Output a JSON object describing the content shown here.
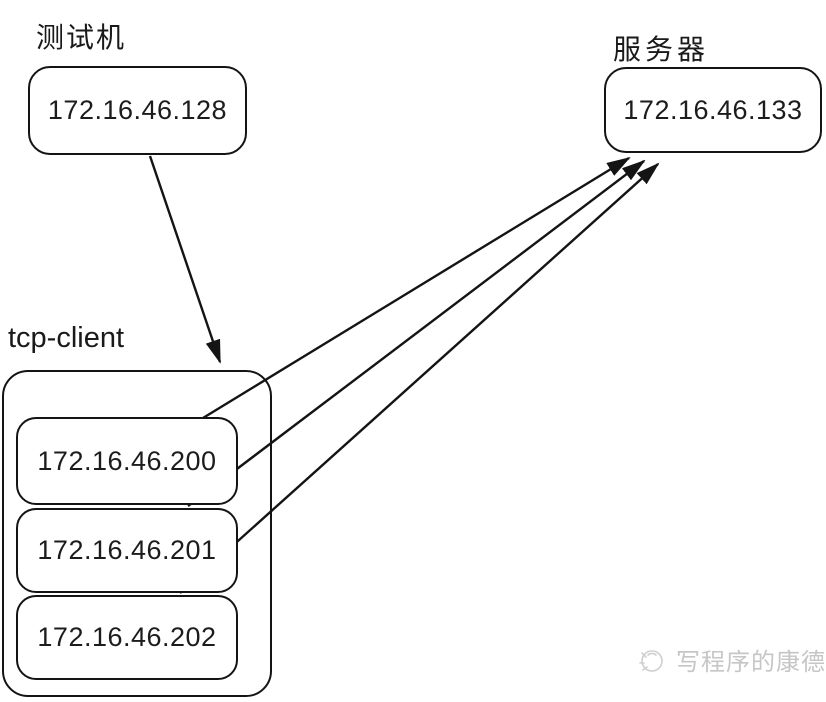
{
  "diagram": {
    "test_machine": {
      "label": "测试机",
      "ip": "172.16.46.128"
    },
    "server": {
      "label": "服务器",
      "ip": "172.16.46.133"
    },
    "tcp_client_group": {
      "label": "tcp-client",
      "clients": [
        {
          "ip": "172.16.46.200"
        },
        {
          "ip": "172.16.46.201"
        },
        {
          "ip": "172.16.46.202"
        }
      ]
    },
    "edges": [
      {
        "from": "test-machine",
        "to": "tcp-client-group"
      },
      {
        "from": "client-172.16.46.200",
        "to": "server"
      },
      {
        "from": "client-172.16.46.201",
        "to": "server"
      },
      {
        "from": "client-172.16.46.202",
        "to": "server"
      }
    ]
  },
  "watermark": {
    "text": "写程序的康德"
  },
  "colors": {
    "stroke": "#141414",
    "background": "#ffffff",
    "watermark": "#c6c6c6"
  }
}
